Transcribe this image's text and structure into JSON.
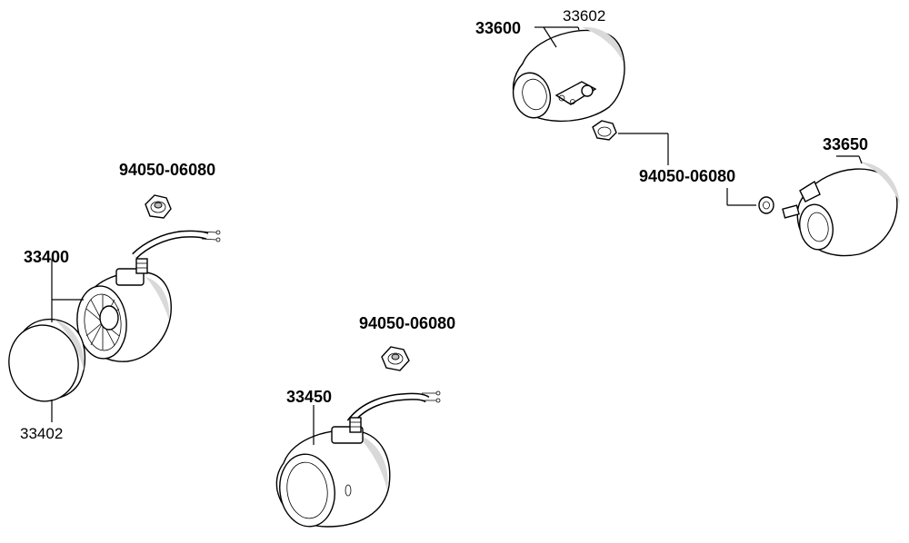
{
  "labels": {
    "part_33600": "33600",
    "part_33602": "33602",
    "part_33650": "33650",
    "nut_right": "94050-06080",
    "nut_left": "94050-06080",
    "part_33400": "33400",
    "part_33402": "33402",
    "nut_center": "94050-06080",
    "part_33450": "33450"
  }
}
